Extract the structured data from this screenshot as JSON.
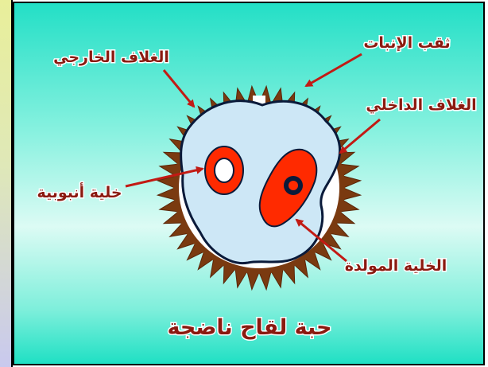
{
  "labels": {
    "outer_wall": "الغلاف الخارجي",
    "germ_pore": "ثقب الإنبات",
    "inner_wall": "الغلاف الداخلي",
    "tube_cell": "خلية أنبوبية",
    "generative_cell": "الخلية المولدة"
  },
  "title": "حبة لقاح ناضجة",
  "colors": {
    "background_top": "#23dfc6",
    "background_mid": "#dcfbf4",
    "wall": "#7a3a10",
    "cytoplasm": "#cde7f6",
    "cell": "#ff2a00",
    "arrow": "#c21a14",
    "text": "#8b1a10"
  }
}
